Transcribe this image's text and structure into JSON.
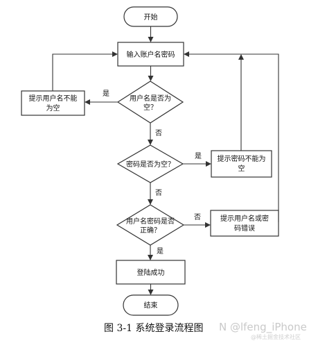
{
  "nodes": {
    "start": {
      "text": "开始"
    },
    "input": {
      "text": "输入账户名密码"
    },
    "check_user": {
      "lines": [
        "用户名是否为",
        "空？"
      ]
    },
    "err_user": {
      "lines": [
        "提示用户名不能",
        "为空"
      ]
    },
    "check_pwd": {
      "text": "密码是否为空？"
    },
    "err_pwd": {
      "lines": [
        "提示密码不能为",
        "空"
      ]
    },
    "check_both": {
      "lines": [
        "用户名密码是否",
        "正确？"
      ]
    },
    "err_both": {
      "lines": [
        "提示用户名或密",
        "码错误"
      ]
    },
    "success": {
      "text": "登陆成功"
    },
    "end": {
      "text": "结束"
    }
  },
  "edge_labels": {
    "yes_user": "是",
    "no_user": "否",
    "yes_pwd": "是",
    "no_pwd": "否",
    "no_both": "否",
    "yes_both": "是"
  },
  "caption": "图 3-1 系统登录流程图",
  "watermark": {
    "main": "N @lfeng_iPhone",
    "sub": "@稀土掘金技术社区"
  }
}
